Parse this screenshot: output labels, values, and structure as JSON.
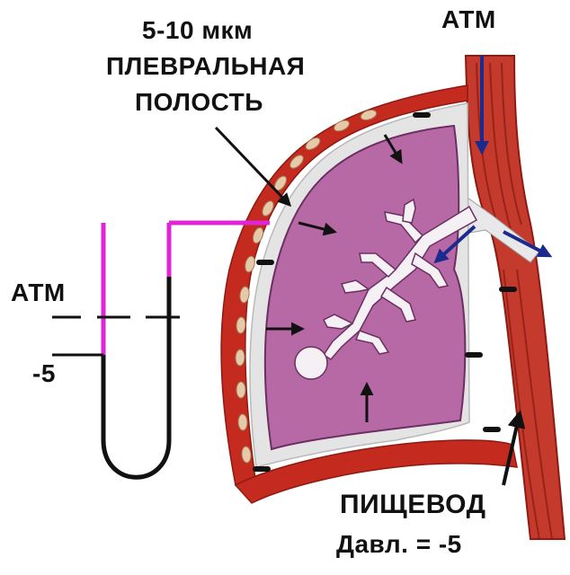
{
  "labels": {
    "thickness": "5-10 мкм",
    "pleural_line1": "ПЛЕВРАЛЬНАЯ",
    "pleural_line2": "ПОЛОСТЬ",
    "atm_top": "АТМ",
    "atm_left": "АТМ",
    "minus_five": "-5",
    "esophagus": "ПИЩЕВОД",
    "pressure": "Давл. = -5"
  },
  "colors": {
    "lung_fill": "#b769a6",
    "pleura_fill": "#e4e4e4",
    "chest_wall": "#c42a1e",
    "manometer_fluid": "#e024d8",
    "airflow_arrow": "#1b2a8c"
  }
}
